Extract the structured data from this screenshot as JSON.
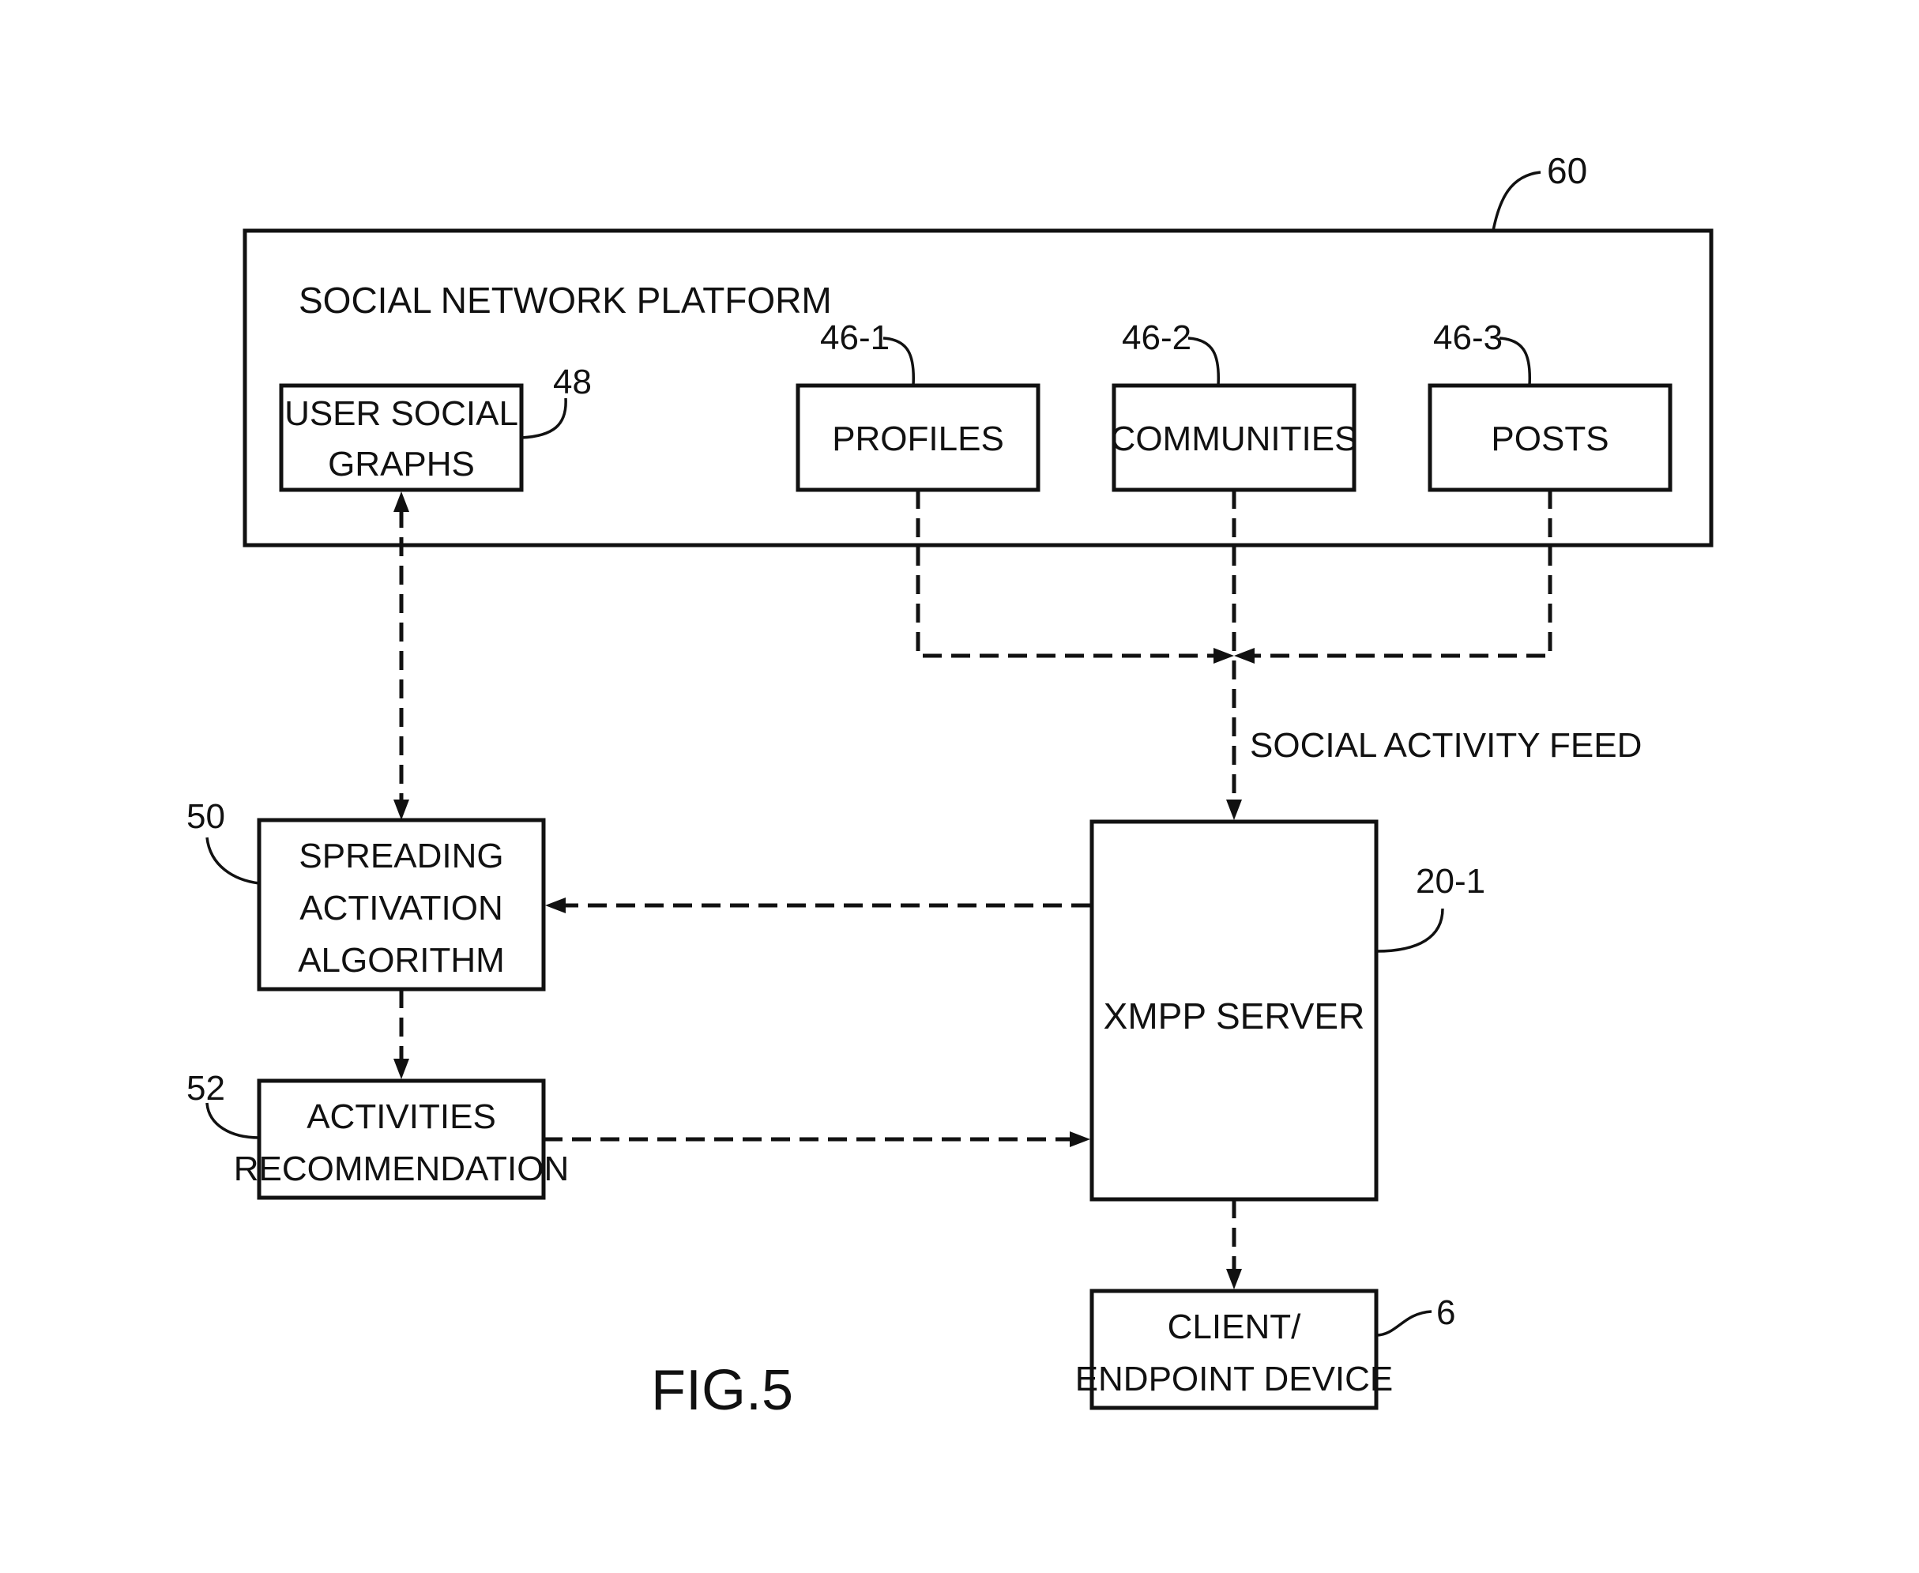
{
  "figure": {
    "label": "FIG.5",
    "platform": {
      "title": "SOCIAL NETWORK PLATFORM",
      "ref": "60"
    },
    "boxes": {
      "user_social_graphs": {
        "lines": [
          "USER SOCIAL",
          "GRAPHS"
        ],
        "ref": "48"
      },
      "profiles": {
        "lines": [
          "PROFILES"
        ],
        "ref": "46-1"
      },
      "communities": {
        "lines": [
          "COMMUNITIES"
        ],
        "ref": "46-2"
      },
      "posts": {
        "lines": [
          "POSTS"
        ],
        "ref": "46-3"
      },
      "spreading_activation": {
        "lines": [
          "SPREADING",
          "ACTIVATION",
          "ALGORITHM"
        ],
        "ref": "50"
      },
      "activities_recommendation": {
        "lines": [
          "ACTIVITIES",
          "RECOMMENDATION"
        ],
        "ref": "52"
      },
      "xmpp_server": {
        "lines": [
          "XMPP SERVER"
        ],
        "ref": "20-1"
      },
      "client_device": {
        "lines": [
          "CLIENT/",
          "ENDPOINT DEVICE"
        ],
        "ref": "6"
      }
    },
    "flow_label": "SOCIAL ACTIVITY FEED"
  }
}
